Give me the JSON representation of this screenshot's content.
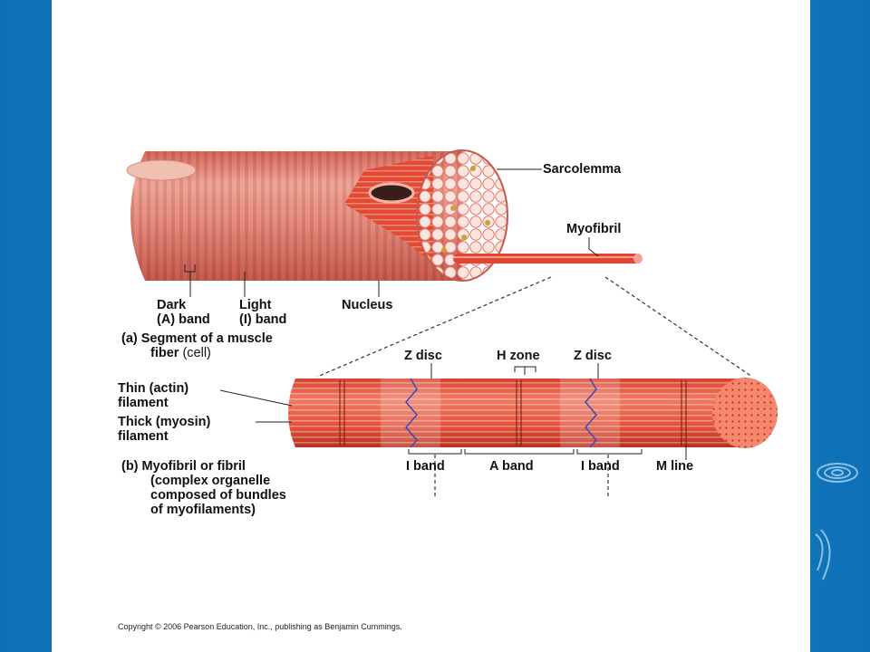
{
  "colors": {
    "background": "#1f86c9",
    "slide": "#ffffff",
    "muscle": "#e9877a",
    "myofibril": "#e8432e"
  },
  "fiber_labels": {
    "sarcolemma": "Sarcolemma",
    "myofibril": "Myofibril",
    "dark_band": [
      "Dark",
      "(A) band"
    ],
    "light_band": [
      "Light",
      "(I) band"
    ],
    "nucleus": "Nucleus"
  },
  "caption_a": {
    "letter": "(a)",
    "bold": [
      "Segment of a muscle",
      "fiber"
    ],
    "normal": "(cell)"
  },
  "myofibril_labels": {
    "z_disc_left": "Z disc",
    "h_zone": "H zone",
    "z_disc_right": "Z disc",
    "thin_filament": [
      "Thin (actin)",
      "filament"
    ],
    "thick_filament": [
      "Thick (myosin)",
      "filament"
    ],
    "i_band_left": "I band",
    "a_band": "A band",
    "i_band_right": "I band",
    "m_line": "M line"
  },
  "caption_b": {
    "letter": "(b)",
    "bold": "Myofibril or fibril",
    "lines": [
      "(complex organelle",
      "composed of bundles",
      "of myofilaments)"
    ]
  },
  "copyright": "Copyright © 2006 Pearson Education, Inc., publishing as Benjamin Cummings."
}
